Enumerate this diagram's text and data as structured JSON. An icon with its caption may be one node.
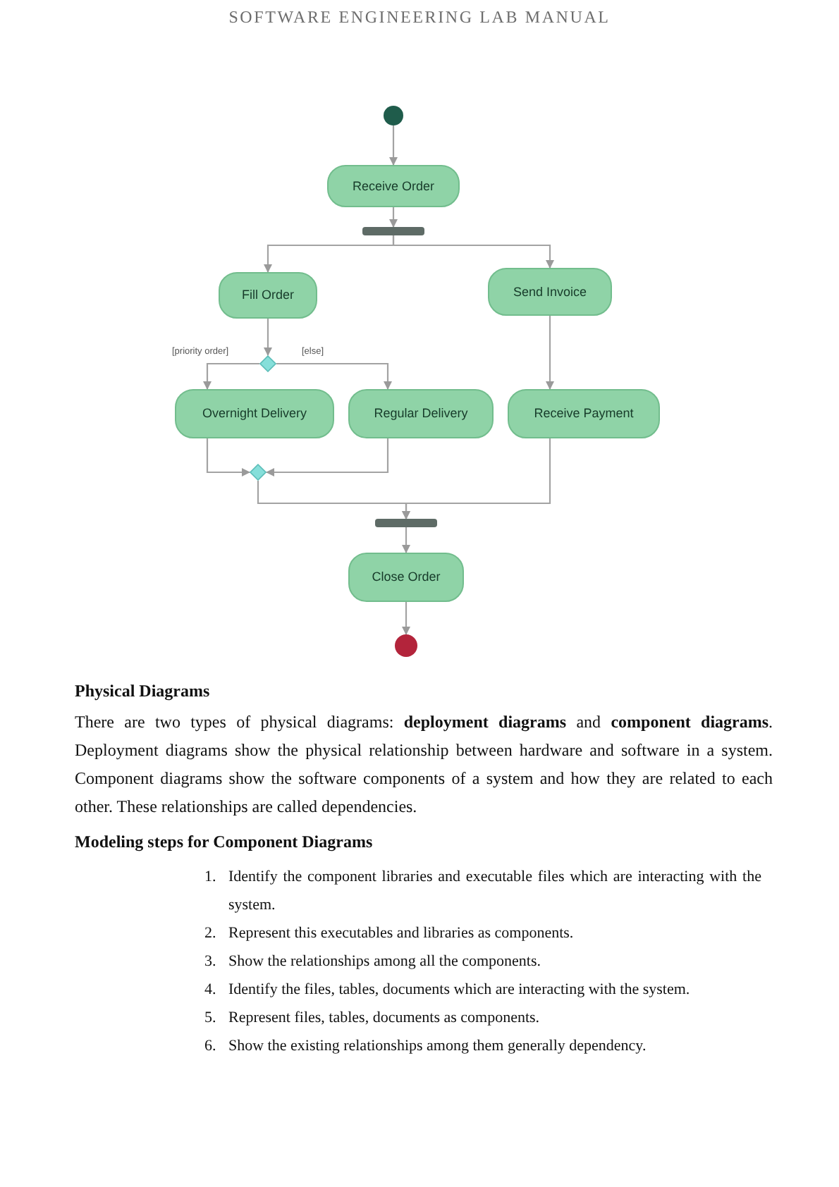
{
  "diagram": {
    "nodes": [
      {
        "text": [],
        "shape": "circle"
      },
      {
        "text": [
          "Receive Order"
        ]
      },
      {
        "text": [],
        "shape": "bar"
      },
      {
        "text": [
          "Fill Order"
        ]
      },
      {
        "text": [
          "Send Invoice"
        ]
      },
      {
        "text": [],
        "shape": "diamond"
      },
      {
        "text": [
          "Overnight Delivery"
        ]
      },
      {
        "text": [
          "Regular Delivery"
        ]
      },
      {
        "text": [
          "Receive Payment"
        ]
      },
      {
        "text": [],
        "shape": "diamond"
      },
      {
        "text": [],
        "shape": "bar"
      },
      {
        "text": [
          "Close Order"
        ]
      },
      {
        "text": [],
        "shape": "circle"
      }
    ],
    "edges": [
      {
        "from": 0,
        "to": 1,
        "arrow": "to"
      },
      {
        "from": 1,
        "to": 2,
        "arrow": "to"
      },
      {
        "from": 2,
        "to": 3,
        "arrow": "to"
      },
      {
        "from": 2,
        "to": 4,
        "arrow": "to"
      },
      {
        "from": 3,
        "to": 5,
        "arrow": "to"
      },
      {
        "from": 5,
        "to": 6,
        "arrow": "to",
        "label": "[priority order]"
      },
      {
        "from": 5,
        "to": 7,
        "arrow": "to",
        "label": "[else]"
      },
      {
        "from": 4,
        "to": 8,
        "arrow": "to"
      },
      {
        "from": 6,
        "to": 9,
        "arrow": "to"
      },
      {
        "from": 7,
        "to": 9,
        "arrow": "to"
      },
      {
        "from": 9,
        "to": 10,
        "arrow": "to"
      },
      {
        "from": 8,
        "to": 10,
        "arrow": "to"
      },
      {
        "from": 10,
        "to": 11,
        "arrow": "to"
      },
      {
        "from": 11,
        "to": 12,
        "arrow": "to"
      }
    ],
    "labels": [
      "SOFTWARE ENGINEERING LAB MANUAL",
      "Physical Diagrams",
      "There are two types of physical diagrams: **deployment diagrams** and **component diagrams**. Deployment diagrams show the physical relationship between hardware and software in a system. Component diagrams show the software components of a system and how they are related to each other. These relationships are called dependencies.",
      "Modeling steps for Component Diagrams",
      "1.",
      "Identify the component libraries and executable files which are interacting with the system.",
      "2.",
      "Represent this executables and libraries as components.",
      "3.",
      "Show the relationships among all the components.",
      "4.",
      "Identify the files, tables, documents which are interacting with the system.",
      "5.",
      "Represent files, tables, documents as components.",
      "6.",
      "Show the existing relationships among them generally dependency."
    ]
  }
}
